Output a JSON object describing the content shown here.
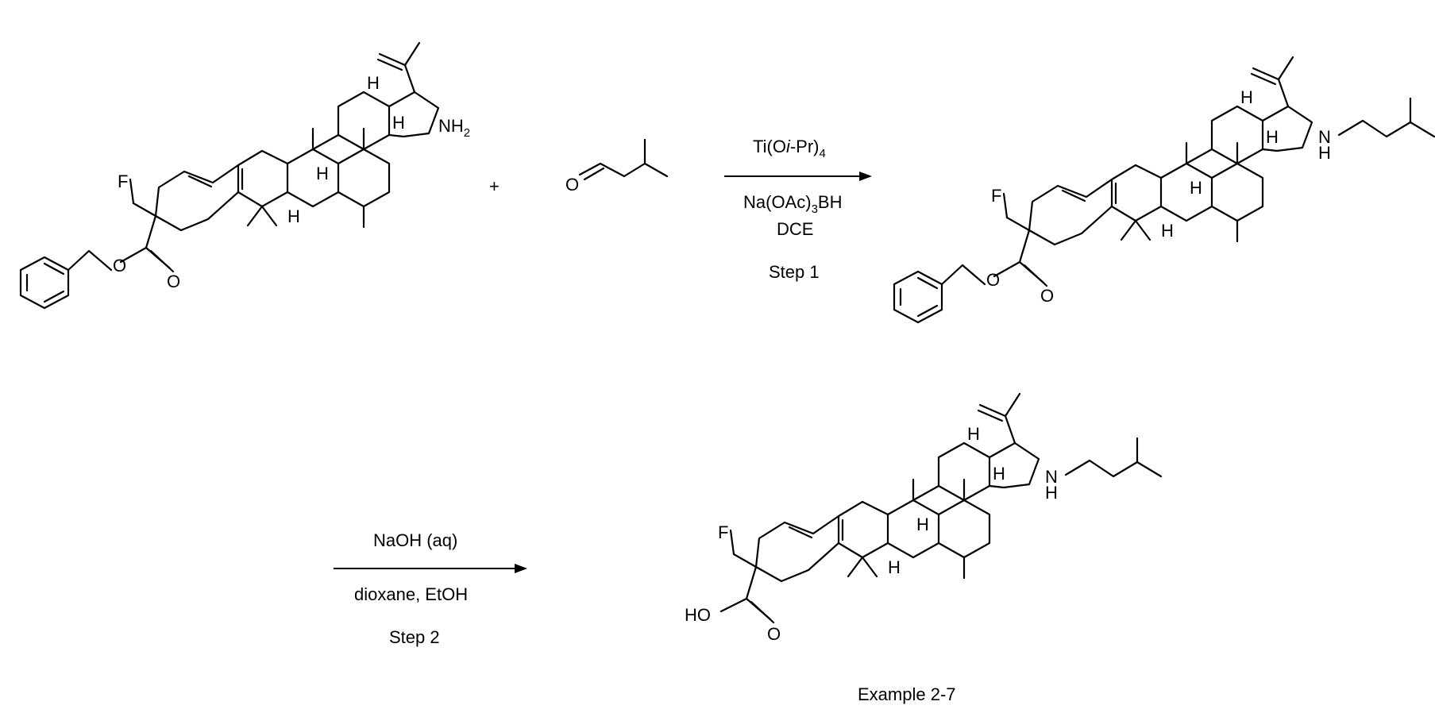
{
  "atoms": {
    "F": "F",
    "H": "H",
    "N": "N",
    "NH2_main": "NH",
    "NH2_sub": "2",
    "O": "O",
    "HO": "HO"
  },
  "plus_sign": "+",
  "step1": {
    "reagent1_main": "Ti(O",
    "reagent1_italic": "i",
    "reagent1_rest": "-Pr)",
    "reagent1_sub": "4",
    "reagent2_main": "Na(OAc)",
    "reagent2_sub": "3",
    "reagent2_rest": "BH",
    "solvent": "DCE",
    "label": "Step 1"
  },
  "step2": {
    "reagent": "NaOH (aq)",
    "solvent": "dioxane, EtOH",
    "label": "Step 2"
  },
  "product_caption": "Example 2-7"
}
